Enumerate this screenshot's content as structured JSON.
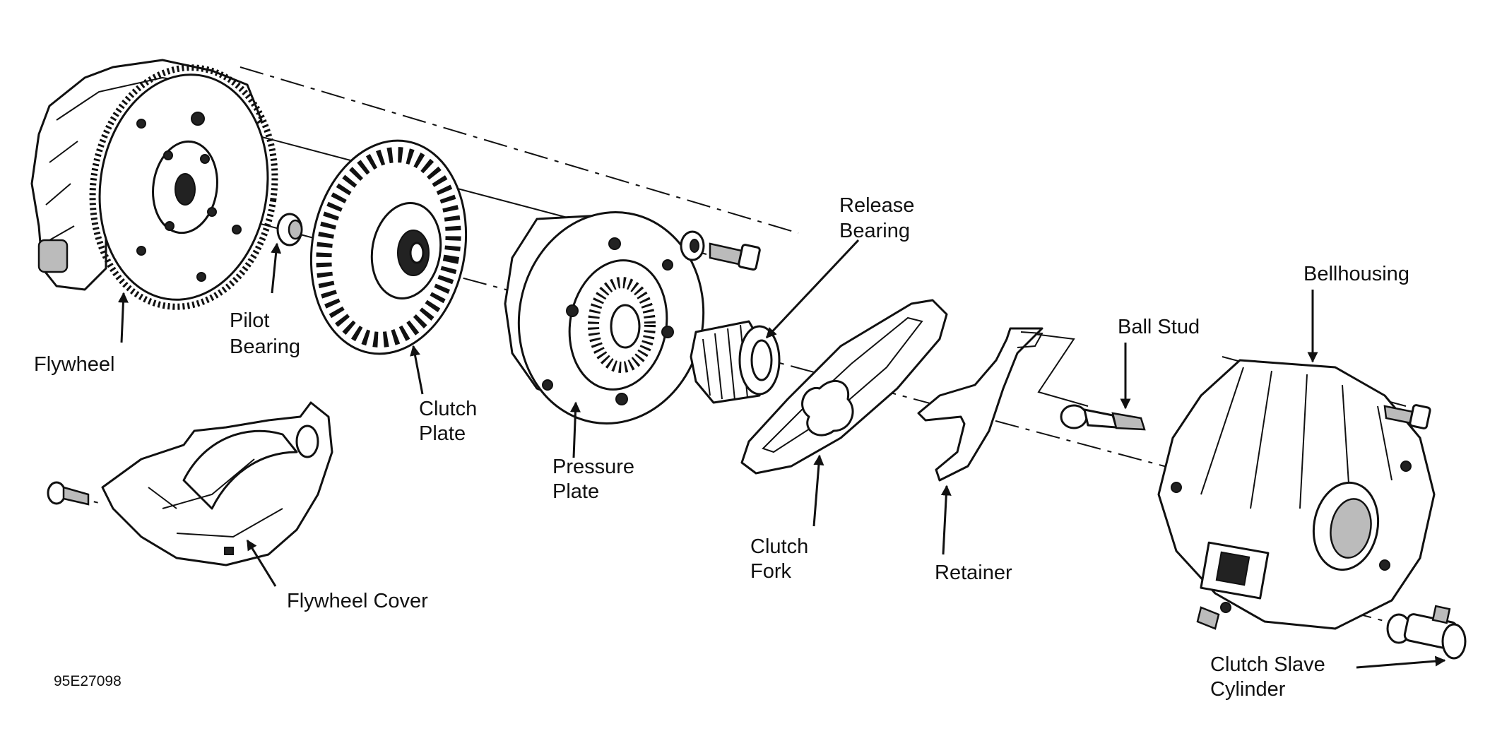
{
  "labels": {
    "flywheel": "Flywheel",
    "pilot_bearing_1": "Pilot",
    "pilot_bearing_2": "Bearing",
    "clutch_plate_1": "Clutch",
    "clutch_plate_2": "Plate",
    "pressure_plate_1": "Pressure",
    "pressure_plate_2": "Plate",
    "release_bearing_1": "Release",
    "release_bearing_2": "Bearing",
    "clutch_fork_1": "Clutch",
    "clutch_fork_2": "Fork",
    "retainer": "Retainer",
    "ball_stud": "Ball Stud",
    "bellhousing": "Bellhousing",
    "clutch_slave_cylinder_1": "Clutch Slave",
    "clutch_slave_cylinder_2": "Cylinder",
    "flywheel_cover": "Flywheel Cover"
  },
  "figure_code": "95E27098"
}
